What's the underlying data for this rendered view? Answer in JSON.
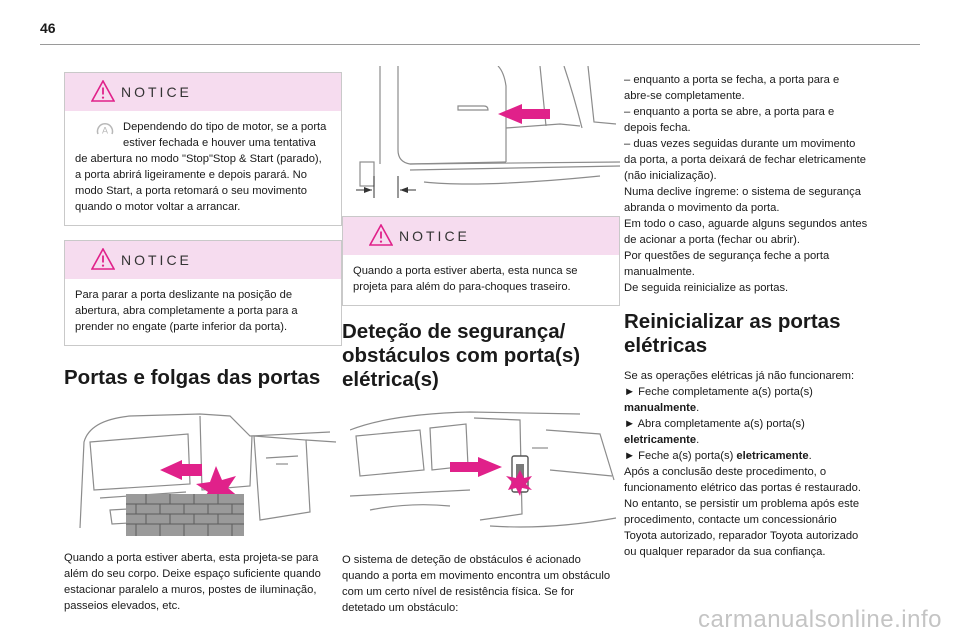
{
  "page_number": "46",
  "col1": {
    "notice1": {
      "title": "NOTICE",
      "text": "Dependendo do tipo de motor, se a porta estiver fechada e houver uma tentativa de abertura no modo \"Stop\"Stop & Start (parado), a porta abrirá ligeiramente e depois parará. No modo Start, a porta retomará o seu movimento quando o motor voltar a arrancar."
    },
    "notice2": {
      "title": "NOTICE",
      "text": "Para parar a porta deslizante na posição de abertura, abra completamente a porta para a prender no engate (parte inferior da porta)."
    },
    "heading": "Portas e folgas das portas",
    "paragraph": "Quando a porta estiver aberta, esta projeta-se para além do seu corpo. Deixe espaço suficiente quando estacionar paralelo a muros, postes de iluminação, passeios elevados, etc."
  },
  "col2": {
    "notice": {
      "title": "NOTICE",
      "text": "Quando a porta estiver aberta, esta nunca se projeta para além do para-choques traseiro."
    },
    "heading": "Deteção de segurança/ obstáculos com porta(s) elétrica(s)",
    "paragraph": "O sistema de deteção de obstáculos é acionado quando a porta em movimento encontra um obstáculo com um certo nível de resistência física. Se for detetado um obstáculo:"
  },
  "col3": {
    "lines": [
      "–  enquanto a porta se fecha, a porta para e",
      "abre-se completamente.",
      "–  enquanto a porta se abre, a porta para e",
      "depois fecha.",
      "–  duas vezes seguidas durante um movimento",
      "da porta, a porta deixará de fechar eletricamente",
      "(não inicialização).",
      "Numa declive íngreme: o sistema de segurança",
      "abranda o movimento da porta.",
      "Em todo o caso, aguarde alguns segundos antes",
      "de acionar a porta (fechar ou abrir).",
      "Por questões de segurança feche a porta",
      "manualmente.",
      "De seguida reinicialize as portas."
    ],
    "heading": "Reinicializar as portas elétricas",
    "intro": "Se as operações elétricas já não funcionarem:",
    "step1_a": "►  Feche completamente a(s) porta(s)",
    "step1_b": "manualmente",
    "step2_a": "►  Abra completamente a(s) porta(s)",
    "step2_b": "eletricamente",
    "step3_a": "►  Feche a(s) porta(s) ",
    "step3_b": "eletricamente",
    "dot": ".",
    "outro_lines": [
      "Após a conclusão deste procedimento, o",
      "funcionamento elétrico das portas é restaurado.",
      "No entanto, se persistir um problema após este",
      "procedimento, contacte um concessionário",
      "Toyota autorizado, reparador Toyota autorizado",
      "ou qualquer reparador da sua confiança."
    ]
  },
  "watermark": "carmanualsonline.info",
  "colors": {
    "notice_header": "#f6dcef",
    "warning_icon": "#e0218a",
    "arrow_fill": "#e0218a"
  }
}
